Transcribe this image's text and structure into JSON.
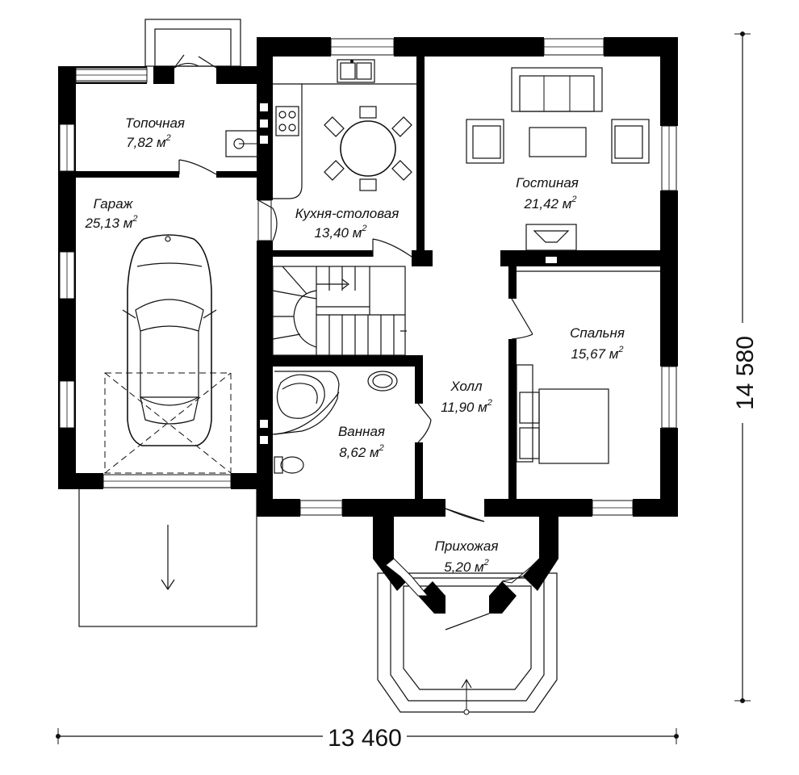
{
  "rooms": {
    "boiler": {
      "name": "Топочная",
      "area": "7,82 м",
      "sup": "2"
    },
    "garage": {
      "name": "Гараж",
      "area": "25,13 м",
      "sup": "2"
    },
    "kitchen": {
      "name": "Кухня-столовая",
      "area": "13,40 м",
      "sup": "2"
    },
    "living": {
      "name": "Гостиная",
      "area": "21,42 м",
      "sup": "2"
    },
    "bedroom": {
      "name": "Спальня",
      "area": "15,67 м",
      "sup": "2"
    },
    "hall": {
      "name": "Холл",
      "area": "11,90 м",
      "sup": "2"
    },
    "bathroom": {
      "name": "Ванная",
      "area": "8,62 м",
      "sup": "2"
    },
    "entrance": {
      "name": "Прихожая",
      "area": "5,20 м",
      "sup": "2"
    }
  },
  "dimensions": {
    "width": "13 460",
    "height": "14 580"
  }
}
